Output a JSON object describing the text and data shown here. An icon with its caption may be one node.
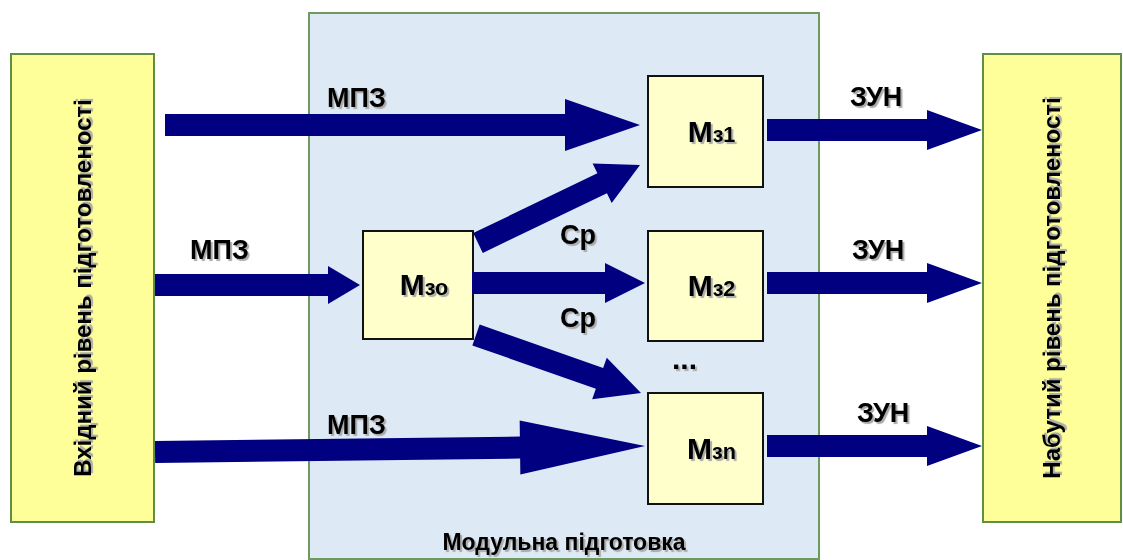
{
  "diagram": {
    "nodes": [
      {
        "text": [
          "Вхідний рівень підготовленості"
        ]
      },
      {
        "text": [
          "Модульна підготовка"
        ]
      },
      {
        "text": [
          "М$_{зо}$"
        ],
        "in": 1
      },
      {
        "text": [
          "М$_{з1}$"
        ],
        "in": 1
      },
      {
        "text": [
          "М$_{з2}$"
        ],
        "in": 1
      },
      {
        "text": [
          "М$_{зn}$"
        ],
        "in": 1
      },
      {
        "text": [
          "Набутий рівень підготовленості"
        ]
      }
    ],
    "edges": [
      {
        "from": 0,
        "to": 3,
        "arrow": "to",
        "label": "МПЗ"
      },
      {
        "from": 0,
        "to": 2,
        "arrow": "to",
        "label": "МПЗ"
      },
      {
        "from": 0,
        "to": 5,
        "arrow": "to",
        "label": "МПЗ"
      },
      {
        "from": 2,
        "to": 3,
        "arrow": "to"
      },
      {
        "from": 2,
        "to": 4,
        "arrow": "to"
      },
      {
        "from": 2,
        "to": 5,
        "arrow": "to"
      },
      {
        "from": 3,
        "to": 6,
        "arrow": "to",
        "label": "ЗУН"
      },
      {
        "from": 4,
        "to": 6,
        "arrow": "to",
        "label": "ЗУН"
      },
      {
        "from": 5,
        "to": 6,
        "arrow": "to",
        "label": "ЗУН"
      }
    ],
    "labels": [
      "Ср",
      "Ср",
      "..."
    ]
  }
}
